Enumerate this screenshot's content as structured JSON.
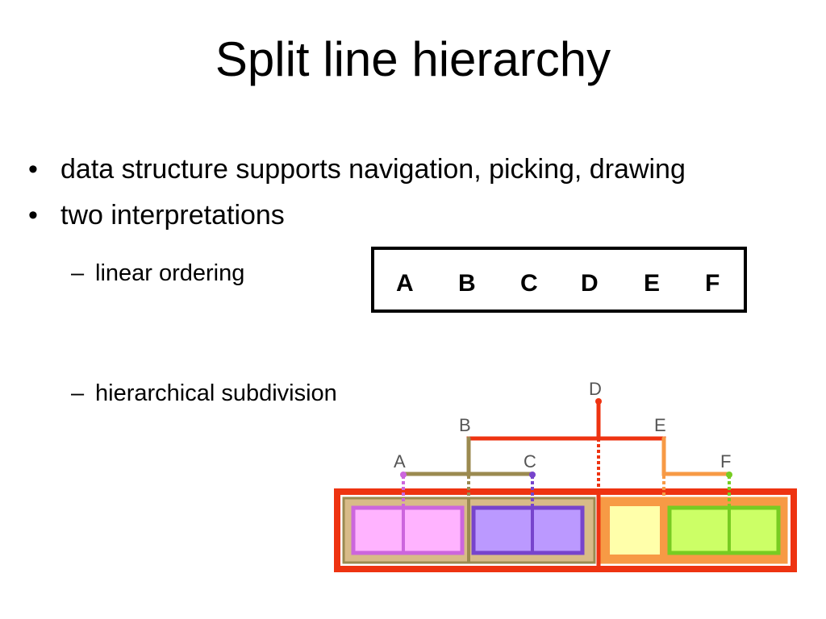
{
  "slide": {
    "title": "Split line hierarchy",
    "bullets": [
      "data structure supports navigation, picking, drawing",
      "two interpretations"
    ],
    "sub_bullets": [
      "linear ordering",
      "hierarchical subdivision"
    ],
    "bullet_glyph": "•",
    "dash_glyph": "–"
  },
  "linear_ordering": {
    "letters": [
      "A",
      "B",
      "C",
      "D",
      "E",
      "F"
    ]
  },
  "hierarchy": {
    "labels": {
      "D": "D",
      "B": "B",
      "E": "E",
      "A": "A",
      "C": "C",
      "F": "F"
    },
    "colors": {
      "D": "#ee3311",
      "B": "#9b8a50",
      "E": "#f79a45",
      "A": "#cc66dd",
      "C": "#7744cc",
      "F": "#77cc22",
      "cell_pink": "#ffb3ff",
      "cell_purple": "#bb99ff",
      "cell_yellow": "#ffffaa",
      "cell_green": "#ccff66",
      "frame_tan": "#d8bb88"
    }
  }
}
